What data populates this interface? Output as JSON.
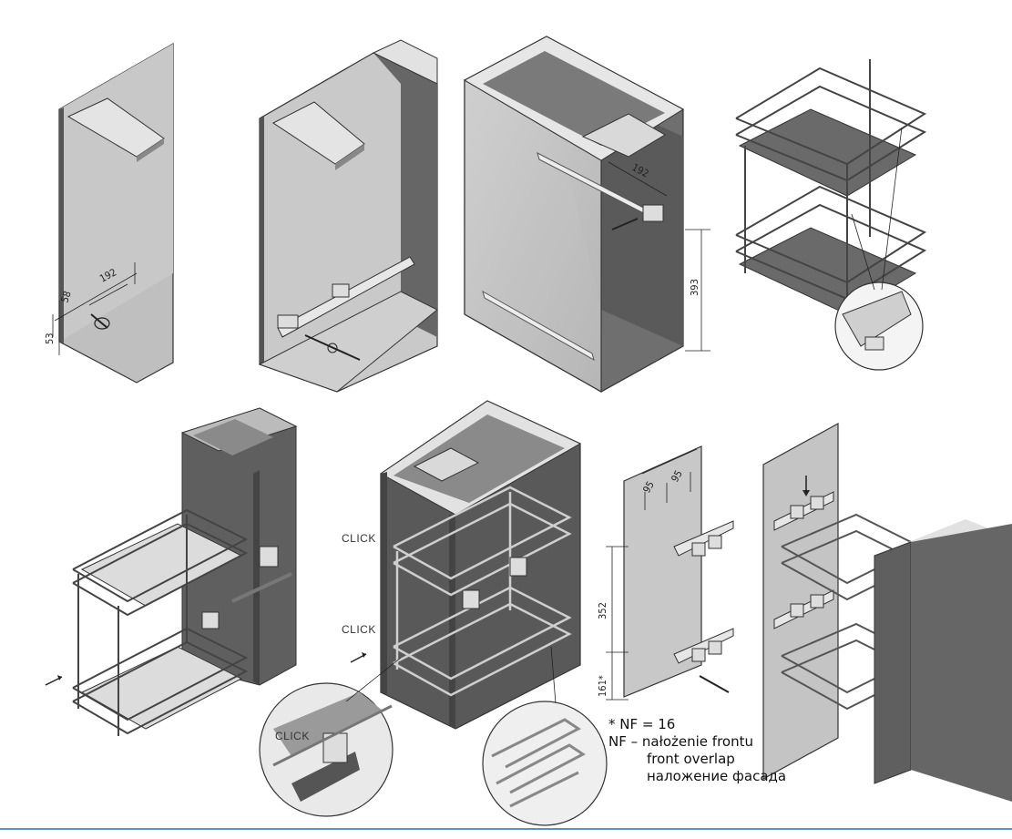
{
  "figure": {
    "dimensions": {
      "step1_width": "192",
      "step1_offset": "58",
      "step1_height": "53",
      "step3_width": "192",
      "step3_height": "393",
      "front_spacing_left": "95",
      "front_spacing_right": "95",
      "front_vertical": "352",
      "front_bottom": "161*"
    },
    "click_labels": [
      "CLICK",
      "CLICK",
      "CLICK"
    ],
    "notes": {
      "nf_value": "* NF = 16",
      "nf_pl": "NF – nałożenie frontu",
      "nf_en": "front overlap",
      "nf_ru": "наложение фасада"
    }
  }
}
